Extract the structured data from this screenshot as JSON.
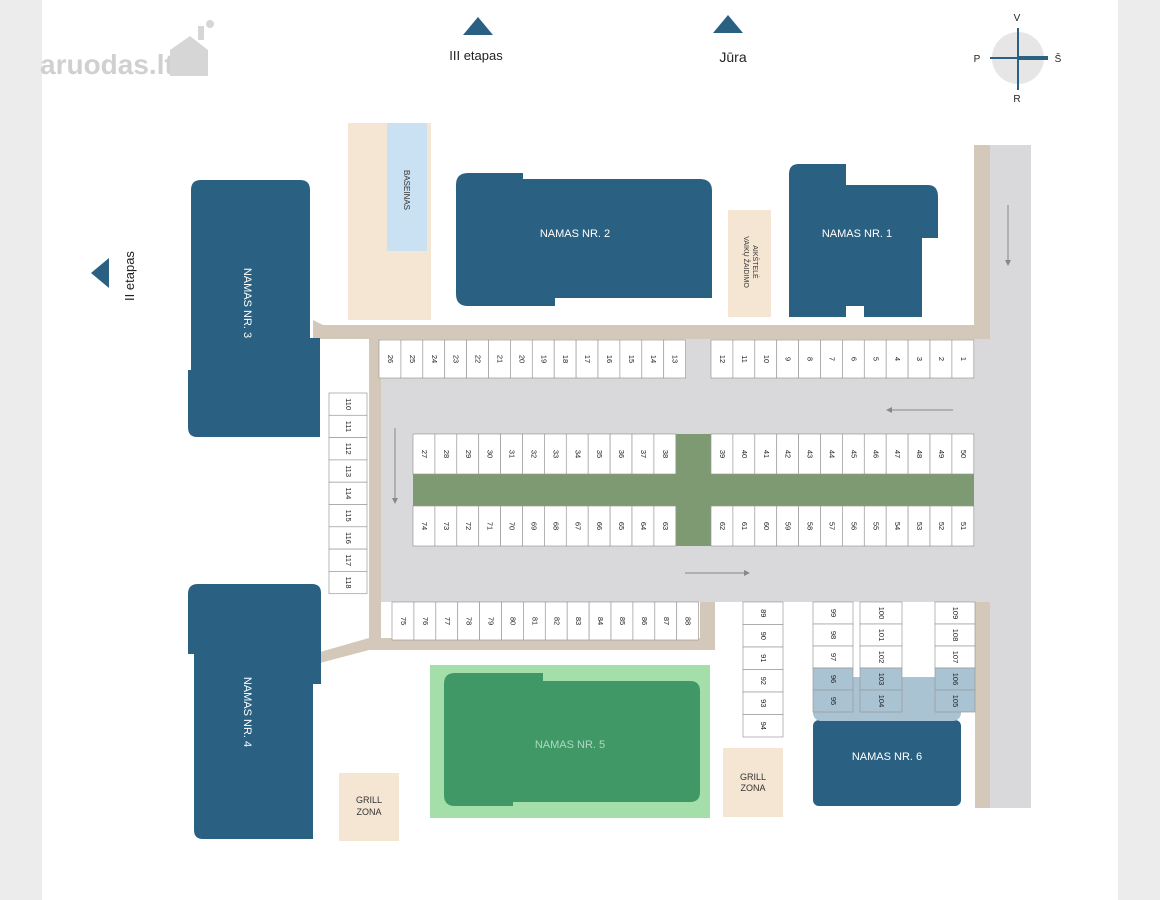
{
  "watermark": "aruodas.lt",
  "compass": {
    "north": "V",
    "south": "R",
    "west": "P",
    "east": "Š"
  },
  "directions": {
    "stage3": "III etapas",
    "sea": "Jūra",
    "stage2": "II etapas"
  },
  "buildings": {
    "namas1": "NAMAS NR. 1",
    "namas2": "NAMAS NR. 2",
    "namas3": "NAMAS NR. 3",
    "namas4": "NAMAS NR. 4",
    "namas5": "NAMAS NR. 5",
    "namas6": "NAMAS NR. 6"
  },
  "amenities": {
    "pool": "BASEINAS",
    "playground_line1": "VAIKŲ ŽAIDIMO",
    "playground_line2": "AIKŠTELĖ",
    "grill_left_line1": "GRILL",
    "grill_left_line2": "ZONA",
    "grill_right_line1": "GRILL",
    "grill_right_line2": "ZONA"
  },
  "colors": {
    "page": "#ffffff",
    "building": "#2a6082",
    "building5": "#3f9866",
    "building5_border": "#a4dfa9",
    "road": "#d9d9db",
    "path": "#d3c8b9",
    "sand": "#f4e6d3",
    "pool": "#c9e1f2",
    "green_strip": "#7d9a73",
    "stall_highlight": "#a9c3d3"
  },
  "parking": {
    "top_left": [
      "26",
      "25",
      "24",
      "23",
      "22",
      "21",
      "20",
      "19",
      "18",
      "17",
      "16",
      "15",
      "14",
      "13"
    ],
    "top_right": [
      "12",
      "11",
      "10",
      "9",
      "8",
      "7",
      "6",
      "5",
      "4",
      "3",
      "2",
      "1"
    ],
    "mid_upper_left": [
      "27",
      "28",
      "29",
      "30",
      "31",
      "32",
      "33",
      "34",
      "35",
      "36",
      "37",
      "38"
    ],
    "mid_upper_right": [
      "39",
      "40",
      "41",
      "42",
      "43",
      "44",
      "45",
      "46",
      "47",
      "48",
      "49",
      "50"
    ],
    "mid_lower_left": [
      "74",
      "73",
      "72",
      "71",
      "70",
      "69",
      "68",
      "67",
      "66",
      "65",
      "64",
      "63"
    ],
    "mid_lower_right": [
      "62",
      "61",
      "60",
      "59",
      "58",
      "57",
      "56",
      "55",
      "54",
      "53",
      "52",
      "51"
    ],
    "left_column": [
      "110",
      "111",
      "112",
      "113",
      "114",
      "115",
      "116",
      "117",
      "118"
    ],
    "bottom_row": [
      "75",
      "76",
      "77",
      "78",
      "79",
      "80",
      "81",
      "82",
      "83",
      "84",
      "85",
      "86",
      "87",
      "88"
    ],
    "col_89": [
      "89",
      "90",
      "91",
      "92",
      "93",
      "94"
    ],
    "col_99_a": [
      "99",
      "98",
      "97",
      "96",
      "95"
    ],
    "col_99_b": [
      "100",
      "101",
      "102",
      "103",
      "104"
    ],
    "col_109": [
      "109",
      "108",
      "107",
      "106",
      "105"
    ]
  }
}
